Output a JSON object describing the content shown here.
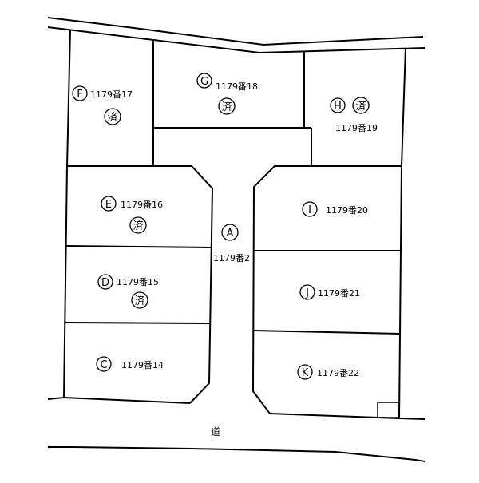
{
  "lots": {
    "A": {
      "letter": "A",
      "number": "1179番2"
    },
    "C": {
      "letter": "C",
      "number": "1179番14"
    },
    "D": {
      "letter": "D",
      "number": "1179番15",
      "status": "済"
    },
    "E": {
      "letter": "E",
      "number": "1179番16",
      "status": "済"
    },
    "F": {
      "letter": "F",
      "number": "1179番17",
      "status": "済"
    },
    "G": {
      "letter": "G",
      "number": "1179番18",
      "status": "済"
    },
    "H": {
      "letter": "H",
      "number": "1179番19",
      "status": "済"
    },
    "I": {
      "letter": "I",
      "number": "1179番20"
    },
    "J": {
      "letter": "J",
      "number": "1179番21"
    },
    "K": {
      "letter": "K",
      "number": "1179番22"
    }
  },
  "road_label": "道"
}
